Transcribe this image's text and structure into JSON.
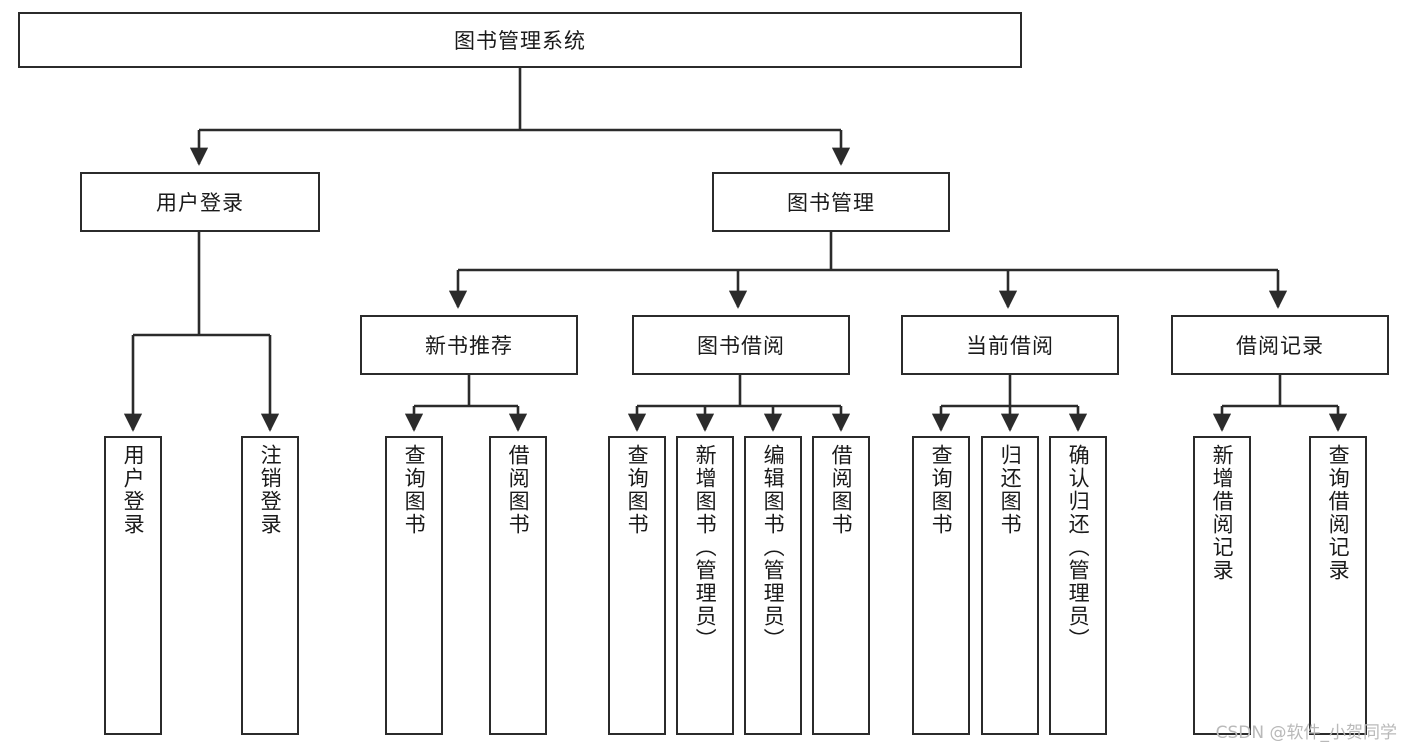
{
  "diagram": {
    "title": "图书管理系统",
    "style": {
      "background": "#ffffff",
      "border_color": "#2b2b2b",
      "text_color": "#1a1a1a",
      "watermark_color": "#b9b9b9"
    },
    "root": {
      "label": "图书管理系统",
      "level": 0
    },
    "level1": [
      {
        "label": "用户登录"
      },
      {
        "label": "图书管理"
      }
    ],
    "level2": [
      {
        "label": "新书推荐",
        "parent": "图书管理"
      },
      {
        "label": "图书借阅",
        "parent": "图书管理"
      },
      {
        "label": "当前借阅",
        "parent": "图书管理"
      },
      {
        "label": "借阅记录",
        "parent": "图书管理"
      }
    ],
    "leaves": {
      "user_login": [
        {
          "label": "用户登录"
        },
        {
          "label": "注销登录"
        }
      ],
      "new_book": [
        {
          "label": "查询图书"
        },
        {
          "label": "借阅图书"
        }
      ],
      "book_borrow": [
        {
          "label": "查询图书"
        },
        {
          "label": "新增图书（管理员）"
        },
        {
          "label": "编辑图书（管理员）"
        },
        {
          "label": "借阅图书"
        }
      ],
      "current_borrow": [
        {
          "label": "查询图书"
        },
        {
          "label": "归还图书"
        },
        {
          "label": "确认归还（管理员）"
        }
      ],
      "borrow_record": [
        {
          "label": "新增借阅记录"
        },
        {
          "label": "查询借阅记录"
        }
      ]
    }
  },
  "watermark": {
    "text": "CSDN @软件_小贺同学"
  }
}
